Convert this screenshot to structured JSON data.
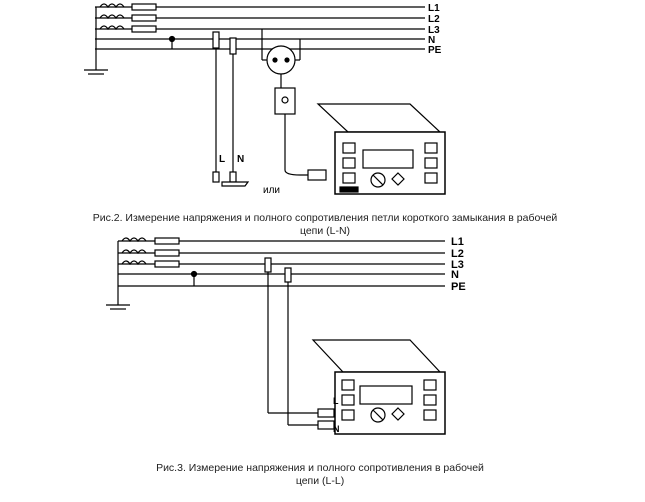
{
  "figure1": {
    "lines": [
      "L1",
      "L2",
      "L3",
      "N",
      "PE"
    ],
    "probe_left": "L",
    "probe_right": "N",
    "or_label": "или",
    "caption_line1": "Рис.2. Измерение напряжения и полного сопротивления петли короткого замыкания в рабочей",
    "caption_line2": "цепи (L-N)"
  },
  "figure2": {
    "lines": [
      "L1",
      "L2",
      "L3",
      "N",
      "PE"
    ],
    "terminal_left": "L",
    "terminal_right": "N",
    "caption_line1": "Рис.3. Измерение напряжения и полного сопротивления в рабочей",
    "caption_line2": "цепи (L-L)"
  }
}
